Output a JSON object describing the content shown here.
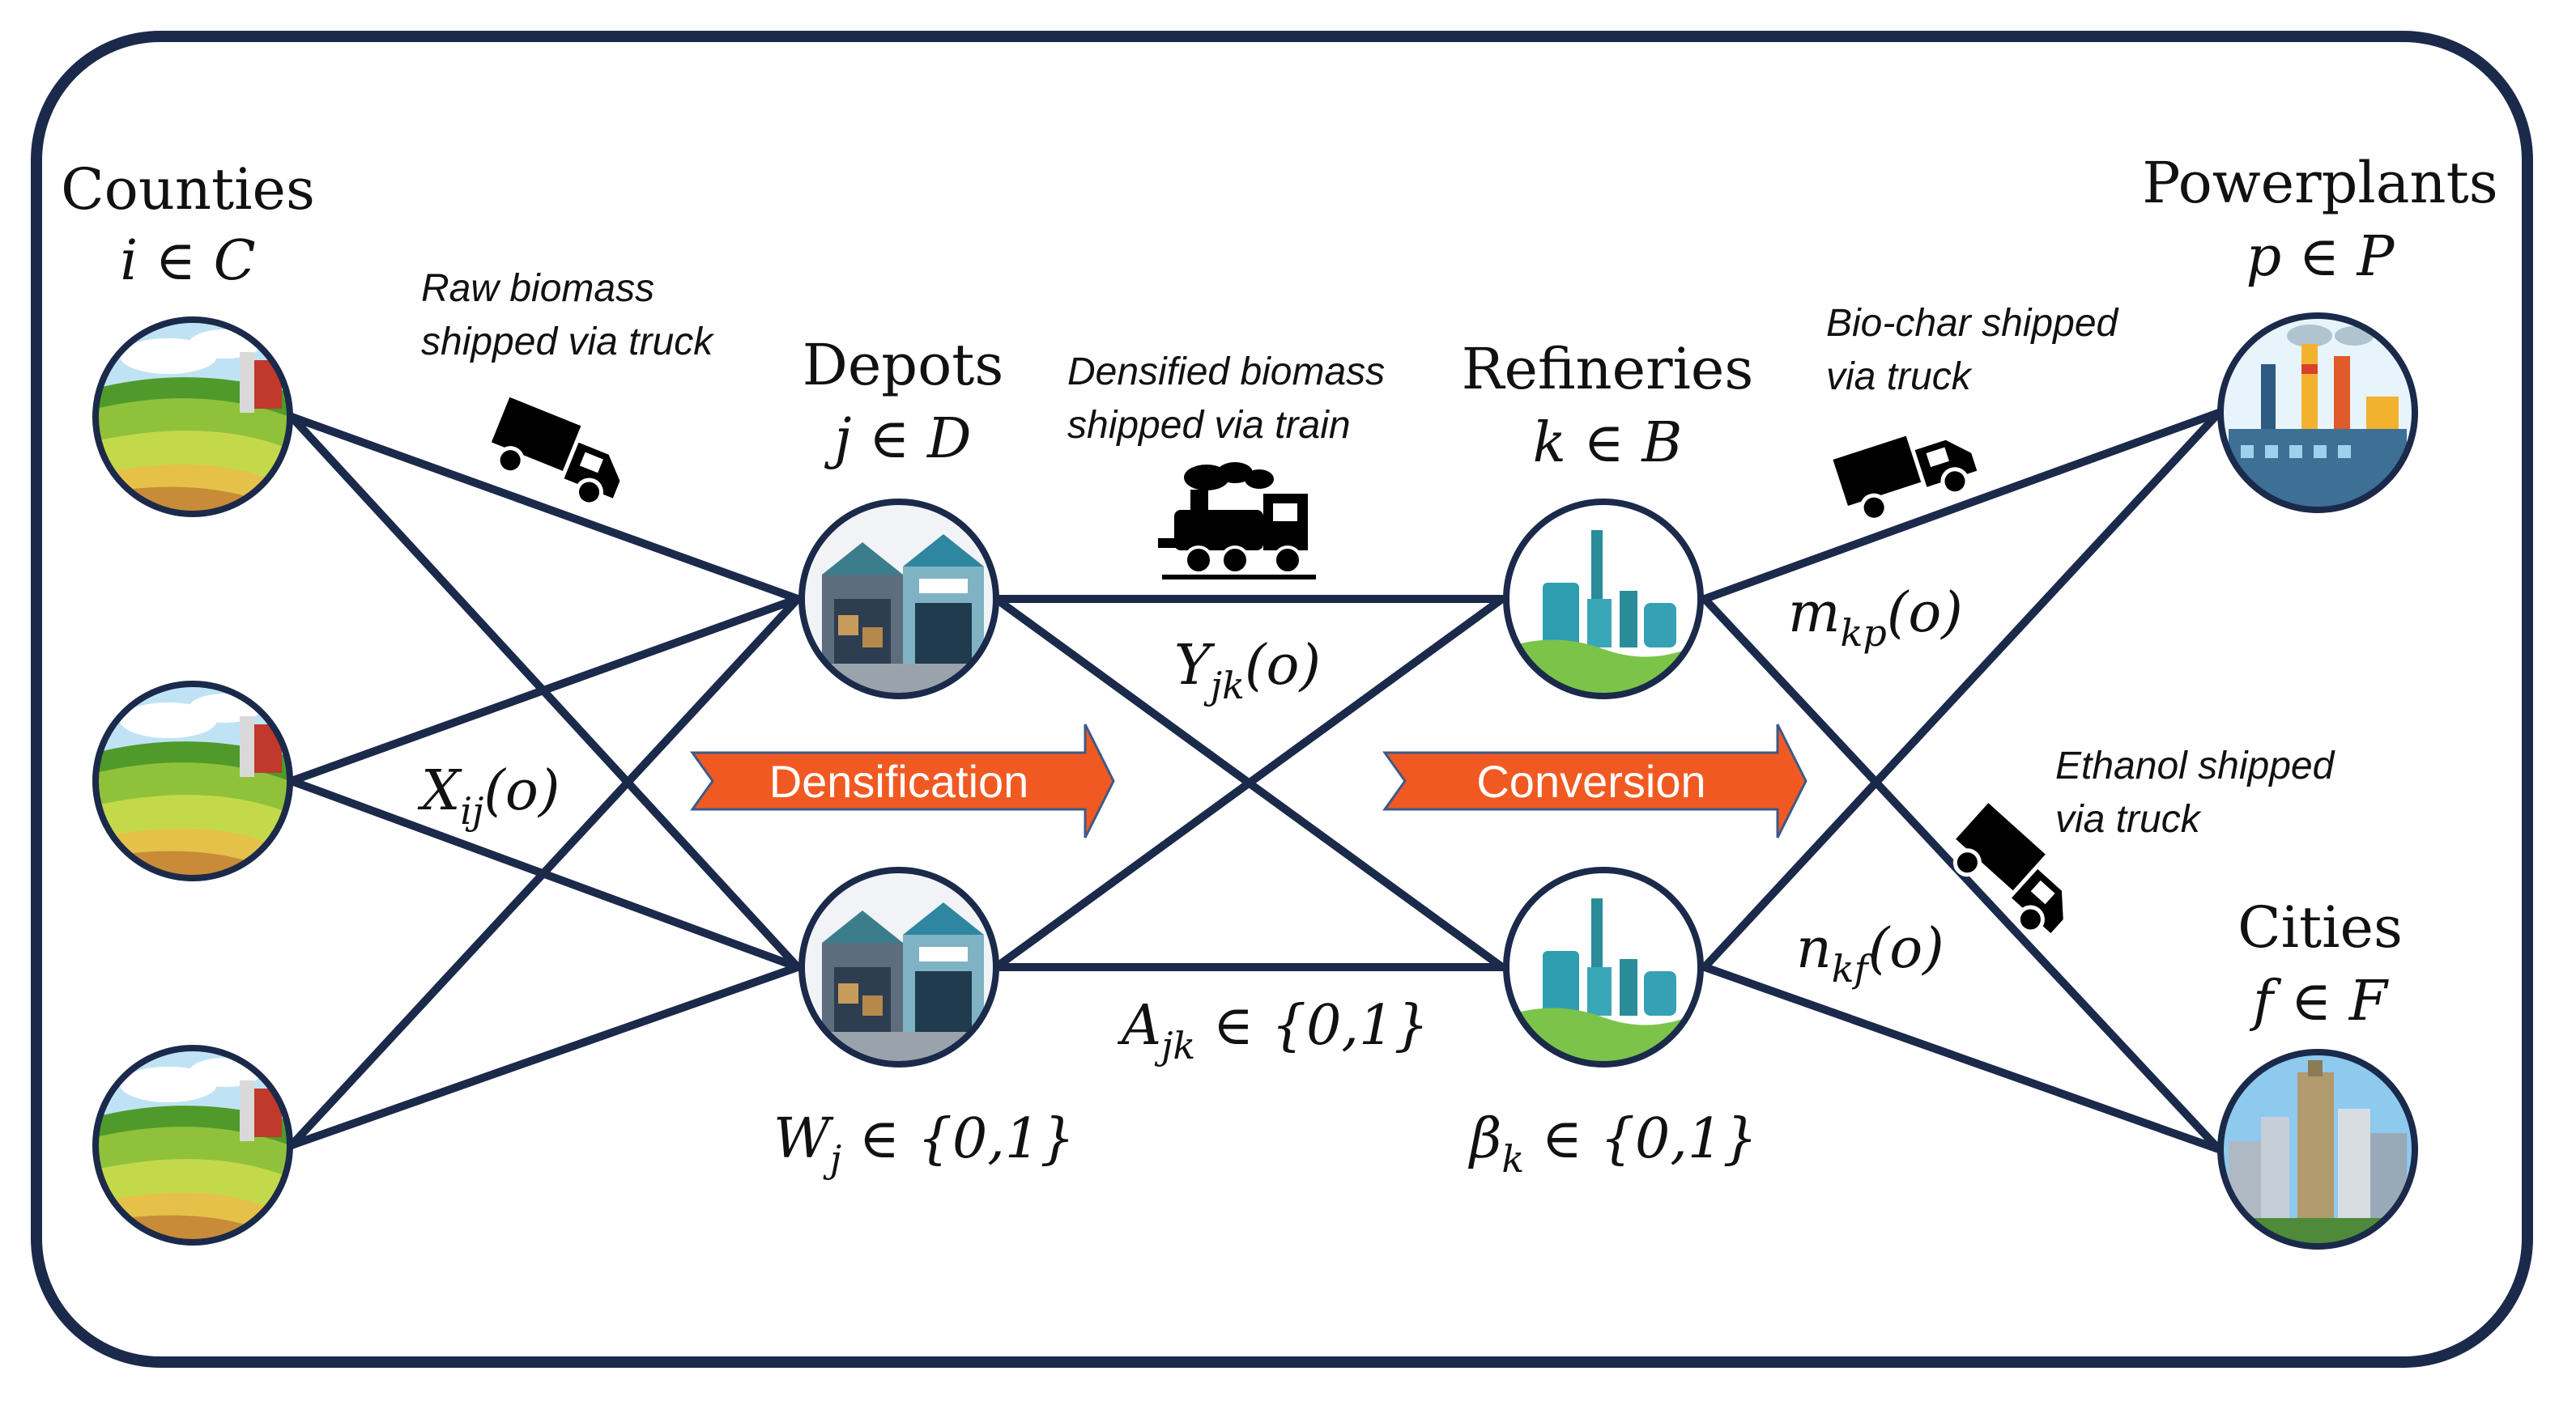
{
  "columns": {
    "counties": {
      "title": "Counties",
      "set": "i ∈ C"
    },
    "depots": {
      "title": "Depots",
      "set": "j ∈ D"
    },
    "refineries": {
      "title": "Refineries",
      "set": "k ∈ B"
    },
    "powerplants": {
      "title": "Powerplants",
      "set": "p ∈ P"
    },
    "cities": {
      "title": "Cities",
      "set": "f ∈ F"
    }
  },
  "notes": {
    "raw": [
      "Raw biomass",
      "shipped via truck"
    ],
    "densified": [
      "Densified biomass",
      "shipped via train"
    ],
    "biochar": [
      "Bio-char shipped",
      "via truck"
    ],
    "ethanol": [
      "Ethanol shipped",
      "via truck"
    ]
  },
  "variables": {
    "x_main": "X",
    "x_sub": "ij",
    "x_arg": "(o)",
    "y_main": "Y",
    "y_sub": "jk",
    "y_arg": "(o)",
    "m_main": "m",
    "m_sub": "kp",
    "m_arg": "(o)",
    "n_main": "n",
    "n_sub": "kf",
    "n_arg": "(o)",
    "w_main": "W",
    "w_sub": "j",
    "w_arg": " ∈ {0,1}",
    "a_main": "A",
    "a_sub": "jk",
    "a_arg": " ∈ {0,1}",
    "b_main": "β",
    "b_sub": "k",
    "b_arg": " ∈ {0,1}"
  },
  "processes": {
    "densification": "Densification",
    "conversion": "Conversion"
  },
  "colors": {
    "frame": "#1b2a4a",
    "edge": "#1b2a4a",
    "process_arrow": "#f05a22",
    "process_arrow_border": "#3d5a88"
  },
  "icons": {
    "county": "farmland-icon",
    "depot": "warehouse-icon",
    "refinery": "refinery-icon",
    "powerplant": "factory-icon",
    "city": "city-skyline-icon",
    "truck": "truck-icon",
    "train": "steam-train-icon"
  }
}
